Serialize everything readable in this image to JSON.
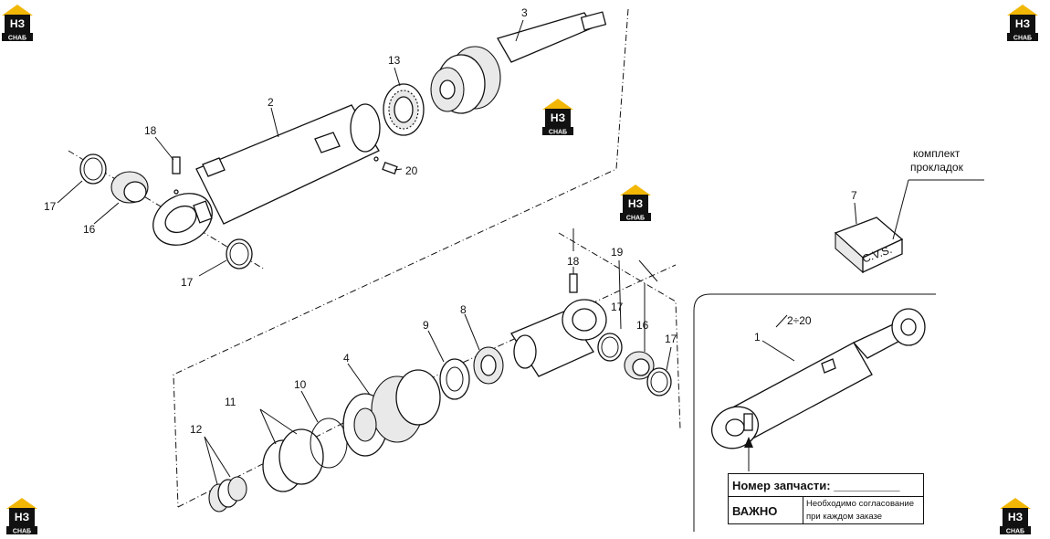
{
  "logo": {
    "abbr": "НЗ",
    "sub": "СНАБ",
    "colors": {
      "roof": "#f2b705",
      "box": "#111111"
    }
  },
  "labels": {
    "l1": "1",
    "l2": "2",
    "l3": "3",
    "l4": "4",
    "l7": "7",
    "l8": "8",
    "l9": "9",
    "l10": "10",
    "l11": "11",
    "l12": "12",
    "l13": "13",
    "l16a": "16",
    "l16b": "16",
    "l17a": "17",
    "l17b": "17",
    "l17c": "17",
    "l17d": "17",
    "l18a": "18",
    "l18b": "18",
    "l19": "19",
    "l20": "20",
    "l2to20": "2÷20"
  },
  "kit": {
    "line1": "комплект",
    "line2": "прокладок",
    "box_text": "C.V.S."
  },
  "note": {
    "part_number_label": "Номер запчасти: __________",
    "important_label": "ВАЖНО",
    "important_text_1": "Необходимо согласование",
    "important_text_2": "при каждом заказе"
  }
}
